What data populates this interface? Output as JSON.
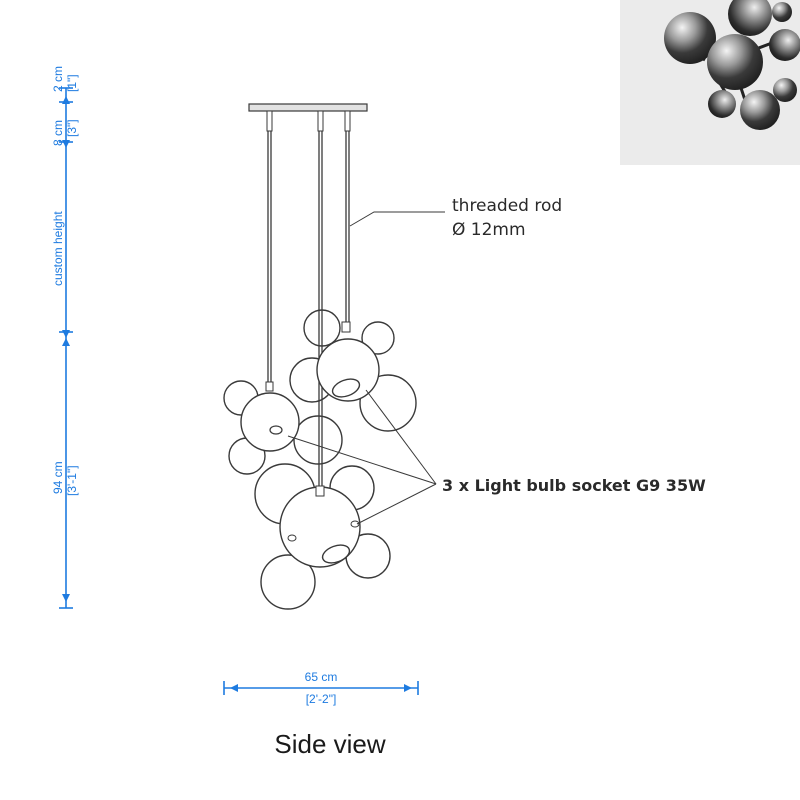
{
  "labels": {
    "rod_title": "threaded rod",
    "rod_diameter": "Ø 12mm",
    "socket": "3 x Light bulb socket G9 35W"
  },
  "dimensions": {
    "top_metric": "2 cm",
    "top_imperial": "[1\"]",
    "canopy_metric": "8 cm",
    "canopy_imperial": "[3\"]",
    "custom": "custom height",
    "height_metric": "94 cm",
    "height_imperial": "[3'-1\"]",
    "width_metric": "65 cm",
    "width_imperial": "[2'-2\"]"
  },
  "caption": "Side view",
  "colors": {
    "dimension": "#1e7be0",
    "linework": "#3a3a3a",
    "chrome_dark": "#2b2b2b",
    "chrome_light": "#e8e8e8"
  },
  "product_photo": {
    "icon": "chrome-bubble-cluster-photo"
  }
}
